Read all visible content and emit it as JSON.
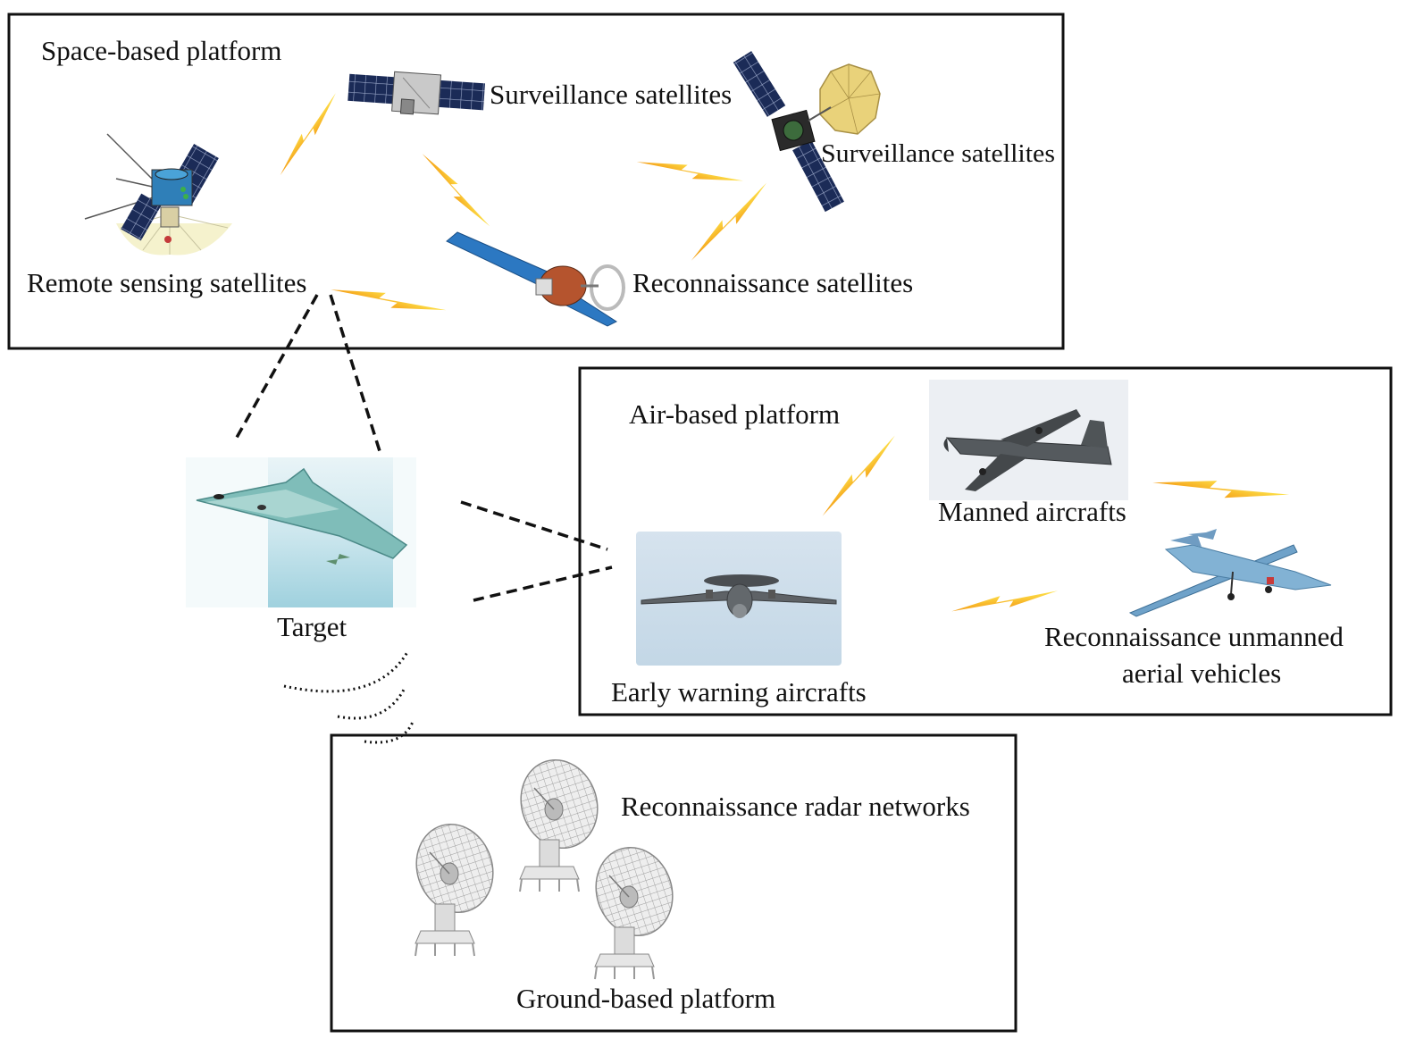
{
  "colors": {
    "lightning_top": "#fde24a",
    "lightning_bottom": "#f5a018",
    "box_stroke": "#111111",
    "panel_blue": "#1d2d57",
    "sky": "#c7dde9"
  },
  "space": {
    "title": "Space-based platform",
    "surveillance_1": "Surveillance satellites",
    "surveillance_2": "Surveillance satellites",
    "remote_sensing": "Remote sensing satellites",
    "reconnaissance": "Reconnaissance satellites"
  },
  "target": {
    "label": "Target"
  },
  "air": {
    "title": "Air-based platform",
    "manned": "Manned aircrafts",
    "early_warning": "Early warning aircrafts",
    "uav_line1": "Reconnaissance unmanned",
    "uav_line2": "aerial vehicles"
  },
  "ground": {
    "radar": "Reconnaissance radar networks",
    "title": "Ground-based platform"
  },
  "icons": [
    "satellite-icon",
    "dish-satellite-icon",
    "remote-sensing-satellite-icon",
    "reconnaissance-satellite-icon",
    "stealth-aircraft-icon",
    "patrol-aircraft-icon",
    "awacs-aircraft-icon",
    "uav-icon",
    "radar-dish-icon",
    "lightning-icon"
  ]
}
